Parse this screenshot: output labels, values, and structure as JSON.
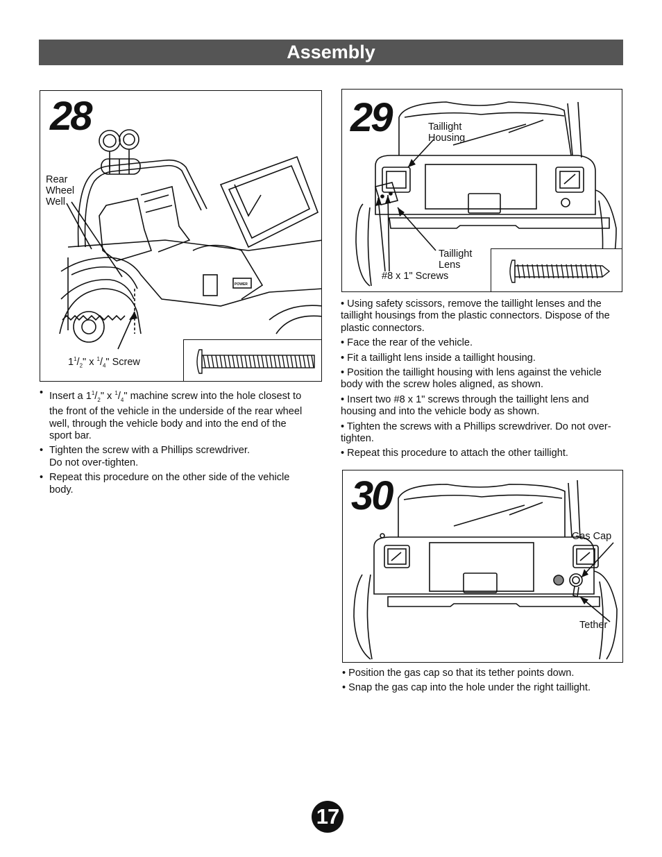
{
  "header": {
    "title": "Assembly"
  },
  "step28": {
    "number": "28",
    "label_rear_wheel_well": [
      "Rear",
      "Wheel",
      "Well"
    ],
    "screw_label": {
      "whole": "1",
      "num1": "1",
      "den1": "2",
      "mid": "\" x ",
      "num2": "1",
      "den2": "4",
      "tail": "\" Screw"
    },
    "instructions": [
      {
        "bullet": "•",
        "pre": "Insert a 1",
        "n1": "1",
        "d1": "2",
        "mid": "\" x ",
        "n2": "1",
        "d2": "4",
        "post": "\" machine screw into the hole closest to the front of the vehicle in the underside of the rear wheel well, through the vehicle body and into the end of the sport bar."
      },
      {
        "bullet": "•",
        "line1": "Tighten the screw with a Phillips screwdriver.",
        "line2": "Do not over-tighten."
      },
      {
        "bullet": "•",
        "text": "Repeat this procedure on the other side of the vehicle body."
      }
    ]
  },
  "step29": {
    "number": "29",
    "label_housing": [
      "Taillight",
      "Housing"
    ],
    "label_lens": [
      "Taillight",
      "Lens"
    ],
    "label_screws": "#8 x 1\" Screws",
    "instructions": [
      "• Using safety scissors, remove the taillight lenses and the taillight housings from the plastic connectors. Dispose of the plastic connectors.",
      "• Face the rear of the vehicle.",
      "• Fit a taillight lens inside a taillight housing.",
      "• Position the taillight housing with lens against the vehicle body with the screw holes aligned, as shown.",
      "• Insert two #8 x 1\" screws through the taillight lens and housing and into the vehicle body as shown.",
      "• Tighten the screws with a Phillips screwdriver. Do not over-tighten.",
      "• Repeat this procedure to attach the other taillight."
    ]
  },
  "step30": {
    "number": "30",
    "label_gas_cap": "Gas Cap",
    "label_tether": "Tether",
    "instructions": [
      "• Position the gas cap so that its tether points down.",
      "• Snap the gas cap into the hole under the right taillight."
    ]
  },
  "page_number": "17"
}
